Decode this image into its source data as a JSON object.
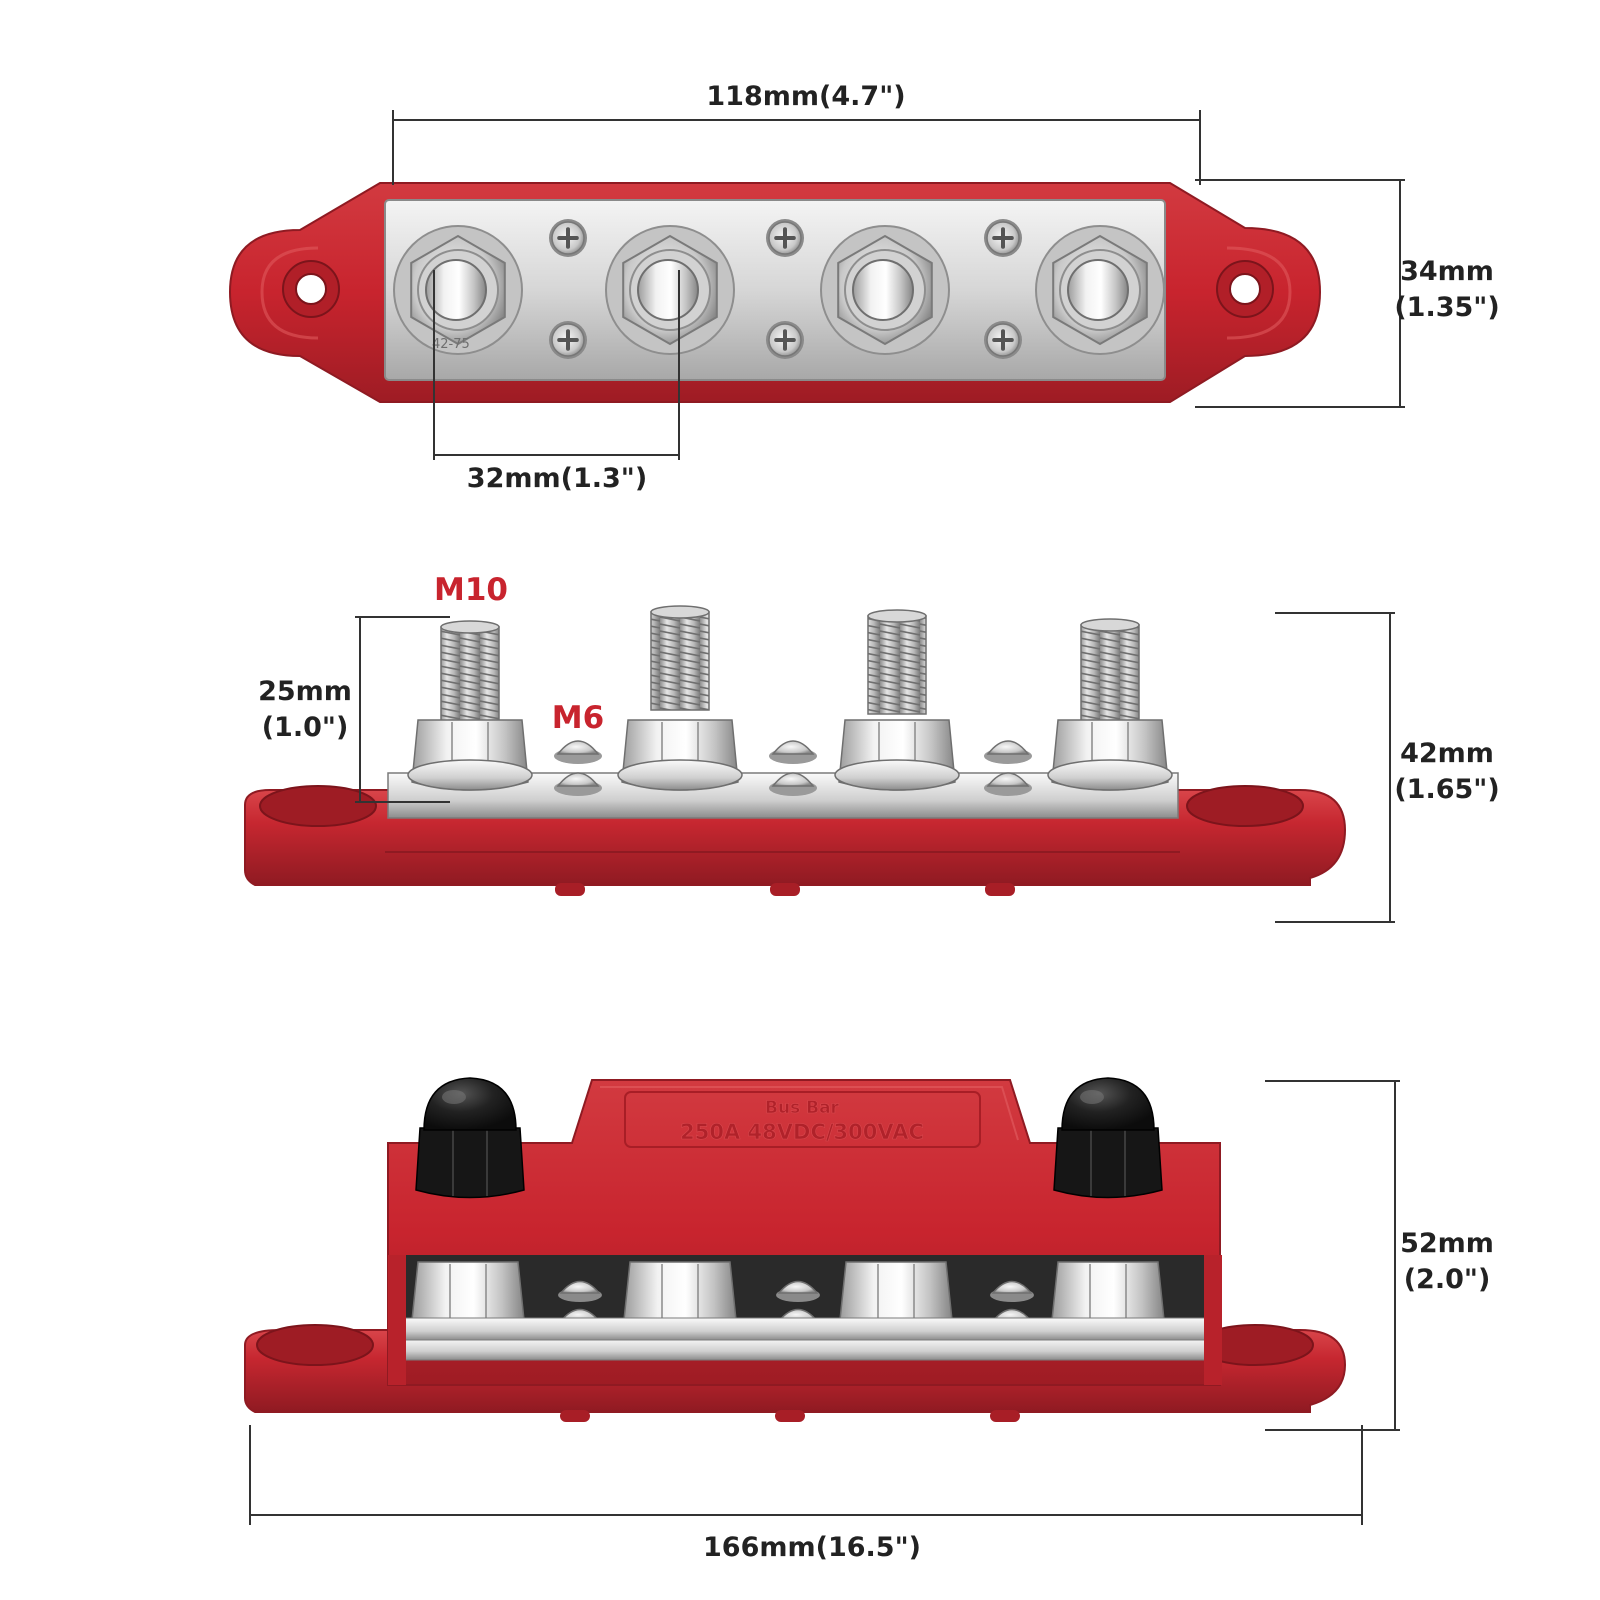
{
  "dimensions": {
    "top_width": "118mm(4.7\")",
    "top_height_mm": "34mm",
    "top_height_in": "(1.35\")",
    "stud_spacing": "32mm(1.3\")",
    "stud_length_mm": "25mm",
    "stud_length_in": "(1.0\")",
    "side_height_mm": "42mm",
    "side_height_in": "(1.65\")",
    "cover_height_mm": "52mm",
    "cover_height_in": "(2.0\")",
    "total_length": "166mm(16.5\")"
  },
  "thread_labels": {
    "large": "M10",
    "small": "M6"
  },
  "embossing": {
    "stud_marking": "42-75",
    "cover_title": "Bus Bar",
    "cover_rating": "250A 48VDC/300VAC"
  },
  "colors": {
    "housing_red": "#c8242e",
    "housing_dark": "#8f1a22",
    "metal": "#d9d9d9",
    "metal_dark": "#9a9a9a",
    "cap_black": "#1b1b1b",
    "thread_label_red": "#c8242e",
    "dimension_text": "#222222"
  }
}
